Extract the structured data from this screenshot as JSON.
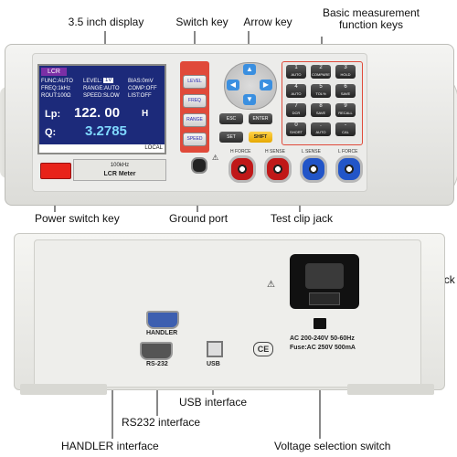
{
  "callouts": {
    "display": "3.5 inch display",
    "switch_key": "Switch key",
    "arrow_key": "Arrow key",
    "basic_keys": "Basic measurement\nfunction keys",
    "power_switch": "Power switch key",
    "ground_port": "Ground port",
    "test_clip": "Test clip jack",
    "voltage_jack": "Voltage jack",
    "usb": "USB interface",
    "rs232": "RS232 interface",
    "handler": "HANDLER interface",
    "voltage_selection": "Voltage selection switch"
  },
  "screen": {
    "title": "LCR",
    "l1a": "FUNC:AUTO",
    "l1b": "LEVEL:",
    "l1c": "1V",
    "l1d": "BIAS:0mV",
    "l2a": "FREQ:1kHz",
    "l2b": "RANGE:AUTO",
    "l2c": "COMP:OFF",
    "l3a": "ROUT:100Ω",
    "l3b": "SPEED:SLOW",
    "l3c": "LIST:OFF",
    "lp_label": "Lp:",
    "lp_value": "122. 00",
    "lp_unit": "H",
    "q_label": "Q:",
    "q_value": "3.2785",
    "local": "LOCAL"
  },
  "switch_keys": [
    "LEVEL",
    "FREQ",
    "RANGE",
    "SPEED"
  ],
  "arrows": {
    "up": "▲",
    "down": "▼",
    "left": "◀",
    "right": "▶"
  },
  "func_keys": {
    "esc": "ESC",
    "enter": "ENTER",
    "set": "SET",
    "shift": "SHIFT"
  },
  "num_keys": [
    {
      "num": "1",
      "label": "AUTO"
    },
    {
      "num": "2",
      "label": "COMPARE"
    },
    {
      "num": "3",
      "label": "HOLD"
    },
    {
      "num": "4",
      "label": "AUTO"
    },
    {
      "num": "5",
      "label": "TOL%"
    },
    {
      "num": "6",
      "label": "SAVE"
    },
    {
      "num": "7",
      "label": "DCR"
    },
    {
      "num": "8",
      "label": "SAVE"
    },
    {
      "num": "9",
      "label": "RECALL"
    },
    {
      "num": "0",
      "label": "SHORT"
    },
    {
      "num": ".",
      "label": "AUTO"
    },
    {
      "num": "-",
      "label": "CAL"
    }
  ],
  "model": {
    "freq": "100kHz",
    "name": "LCR Meter"
  },
  "jacks": [
    "H FORCE",
    "H SENSE",
    "L SENSE",
    "L FORCE"
  ],
  "rear": {
    "handler": "HANDLER",
    "rs232": "RS-232",
    "usb": "USB",
    "ac_line1": "AC 200-240V 50-60Hz",
    "ac_line2": "Fuse:AC 250V 500mA",
    "ce": "CE",
    "warn": "⚠"
  },
  "colors": {
    "switch_red": "#e04a3a",
    "arrow_blue": "#3a8fe0",
    "shift_yellow": "#e6a800",
    "power_red": "#e8231a"
  }
}
